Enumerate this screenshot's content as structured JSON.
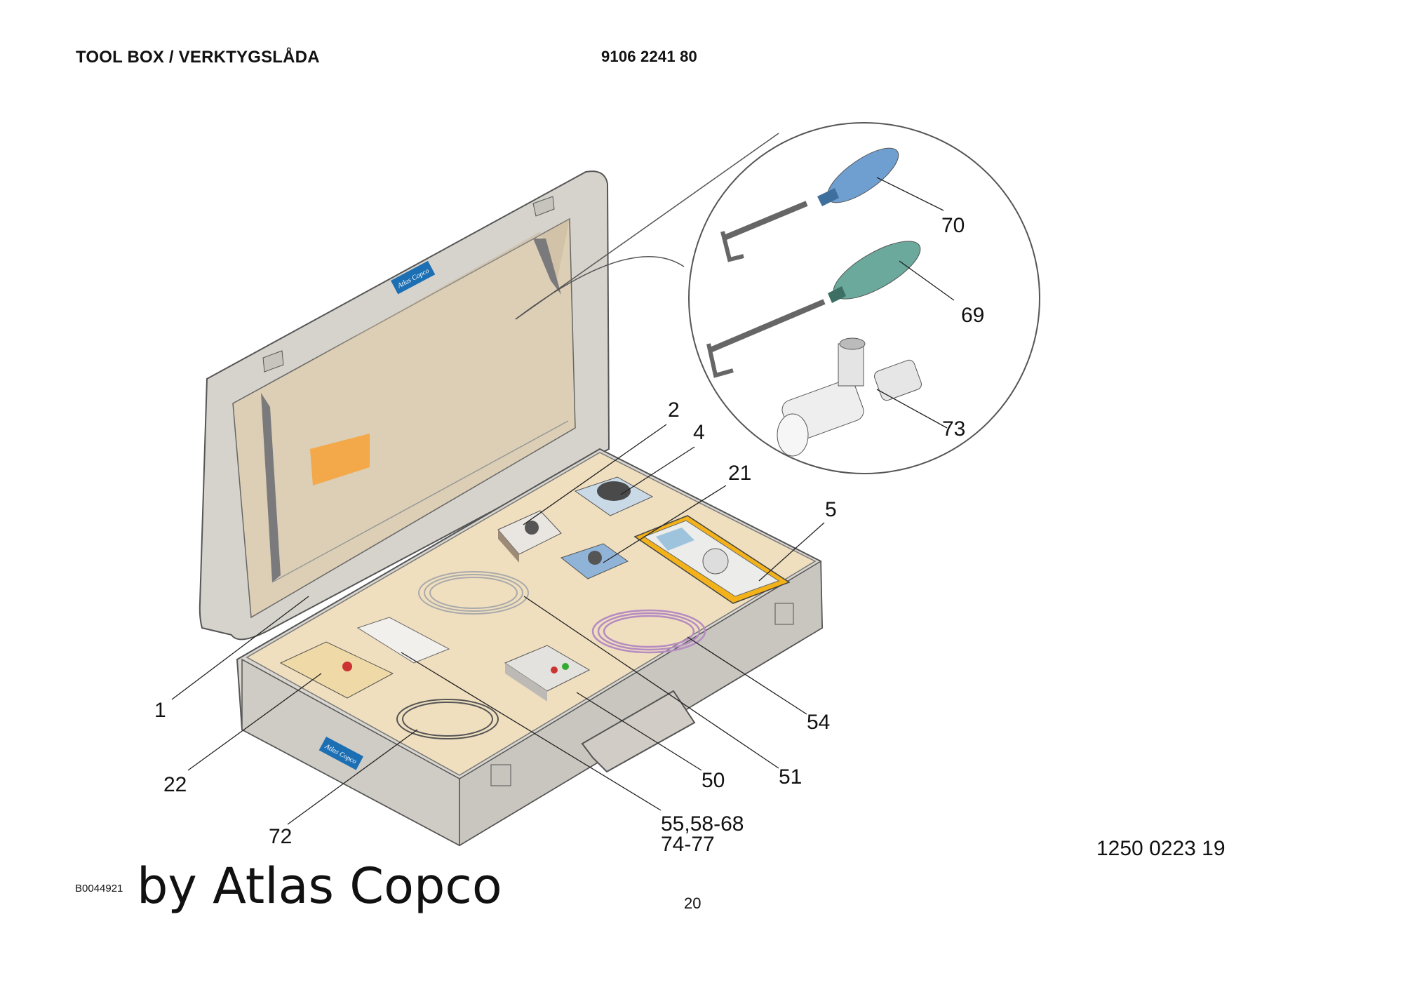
{
  "header": {
    "title": "TOOL BOX / VERKTYGSLÅDA",
    "part_number": "9106 2241 80"
  },
  "callouts": [
    {
      "id": "c-1",
      "label": "1"
    },
    {
      "id": "c-2",
      "label": "2"
    },
    {
      "id": "c-4",
      "label": "4"
    },
    {
      "id": "c-5",
      "label": "5"
    },
    {
      "id": "c-21",
      "label": "21"
    },
    {
      "id": "c-22",
      "label": "22"
    },
    {
      "id": "c-50",
      "label": "50"
    },
    {
      "id": "c-51",
      "label": "51"
    },
    {
      "id": "c-54",
      "label": "54"
    },
    {
      "id": "c-55",
      "label_line1": "55,58-68",
      "label_line2": "74-77"
    },
    {
      "id": "c-69",
      "label": "69"
    },
    {
      "id": "c-70",
      "label": "70"
    },
    {
      "id": "c-72",
      "label": "72"
    },
    {
      "id": "c-73",
      "label": "73"
    }
  ],
  "case_logo": {
    "lid": "Atlas Copco",
    "front": "Atlas Copco"
  },
  "footer": {
    "image_id": "B0044921",
    "brand": "by Atlas Copco",
    "page_number": "20",
    "document_number": "1250 0223 19"
  },
  "colors": {
    "case_shell": "#d9d6d0",
    "case_interior": "#efdfbf",
    "lid_lining": "#dccfb5",
    "brand_blue": "#1d6fb4",
    "multimeter_yellow": "#f3b21a",
    "handle_blue": "#6f9fd0",
    "handle_green": "#6aa99b",
    "cable_purple": "#b58bc1"
  }
}
